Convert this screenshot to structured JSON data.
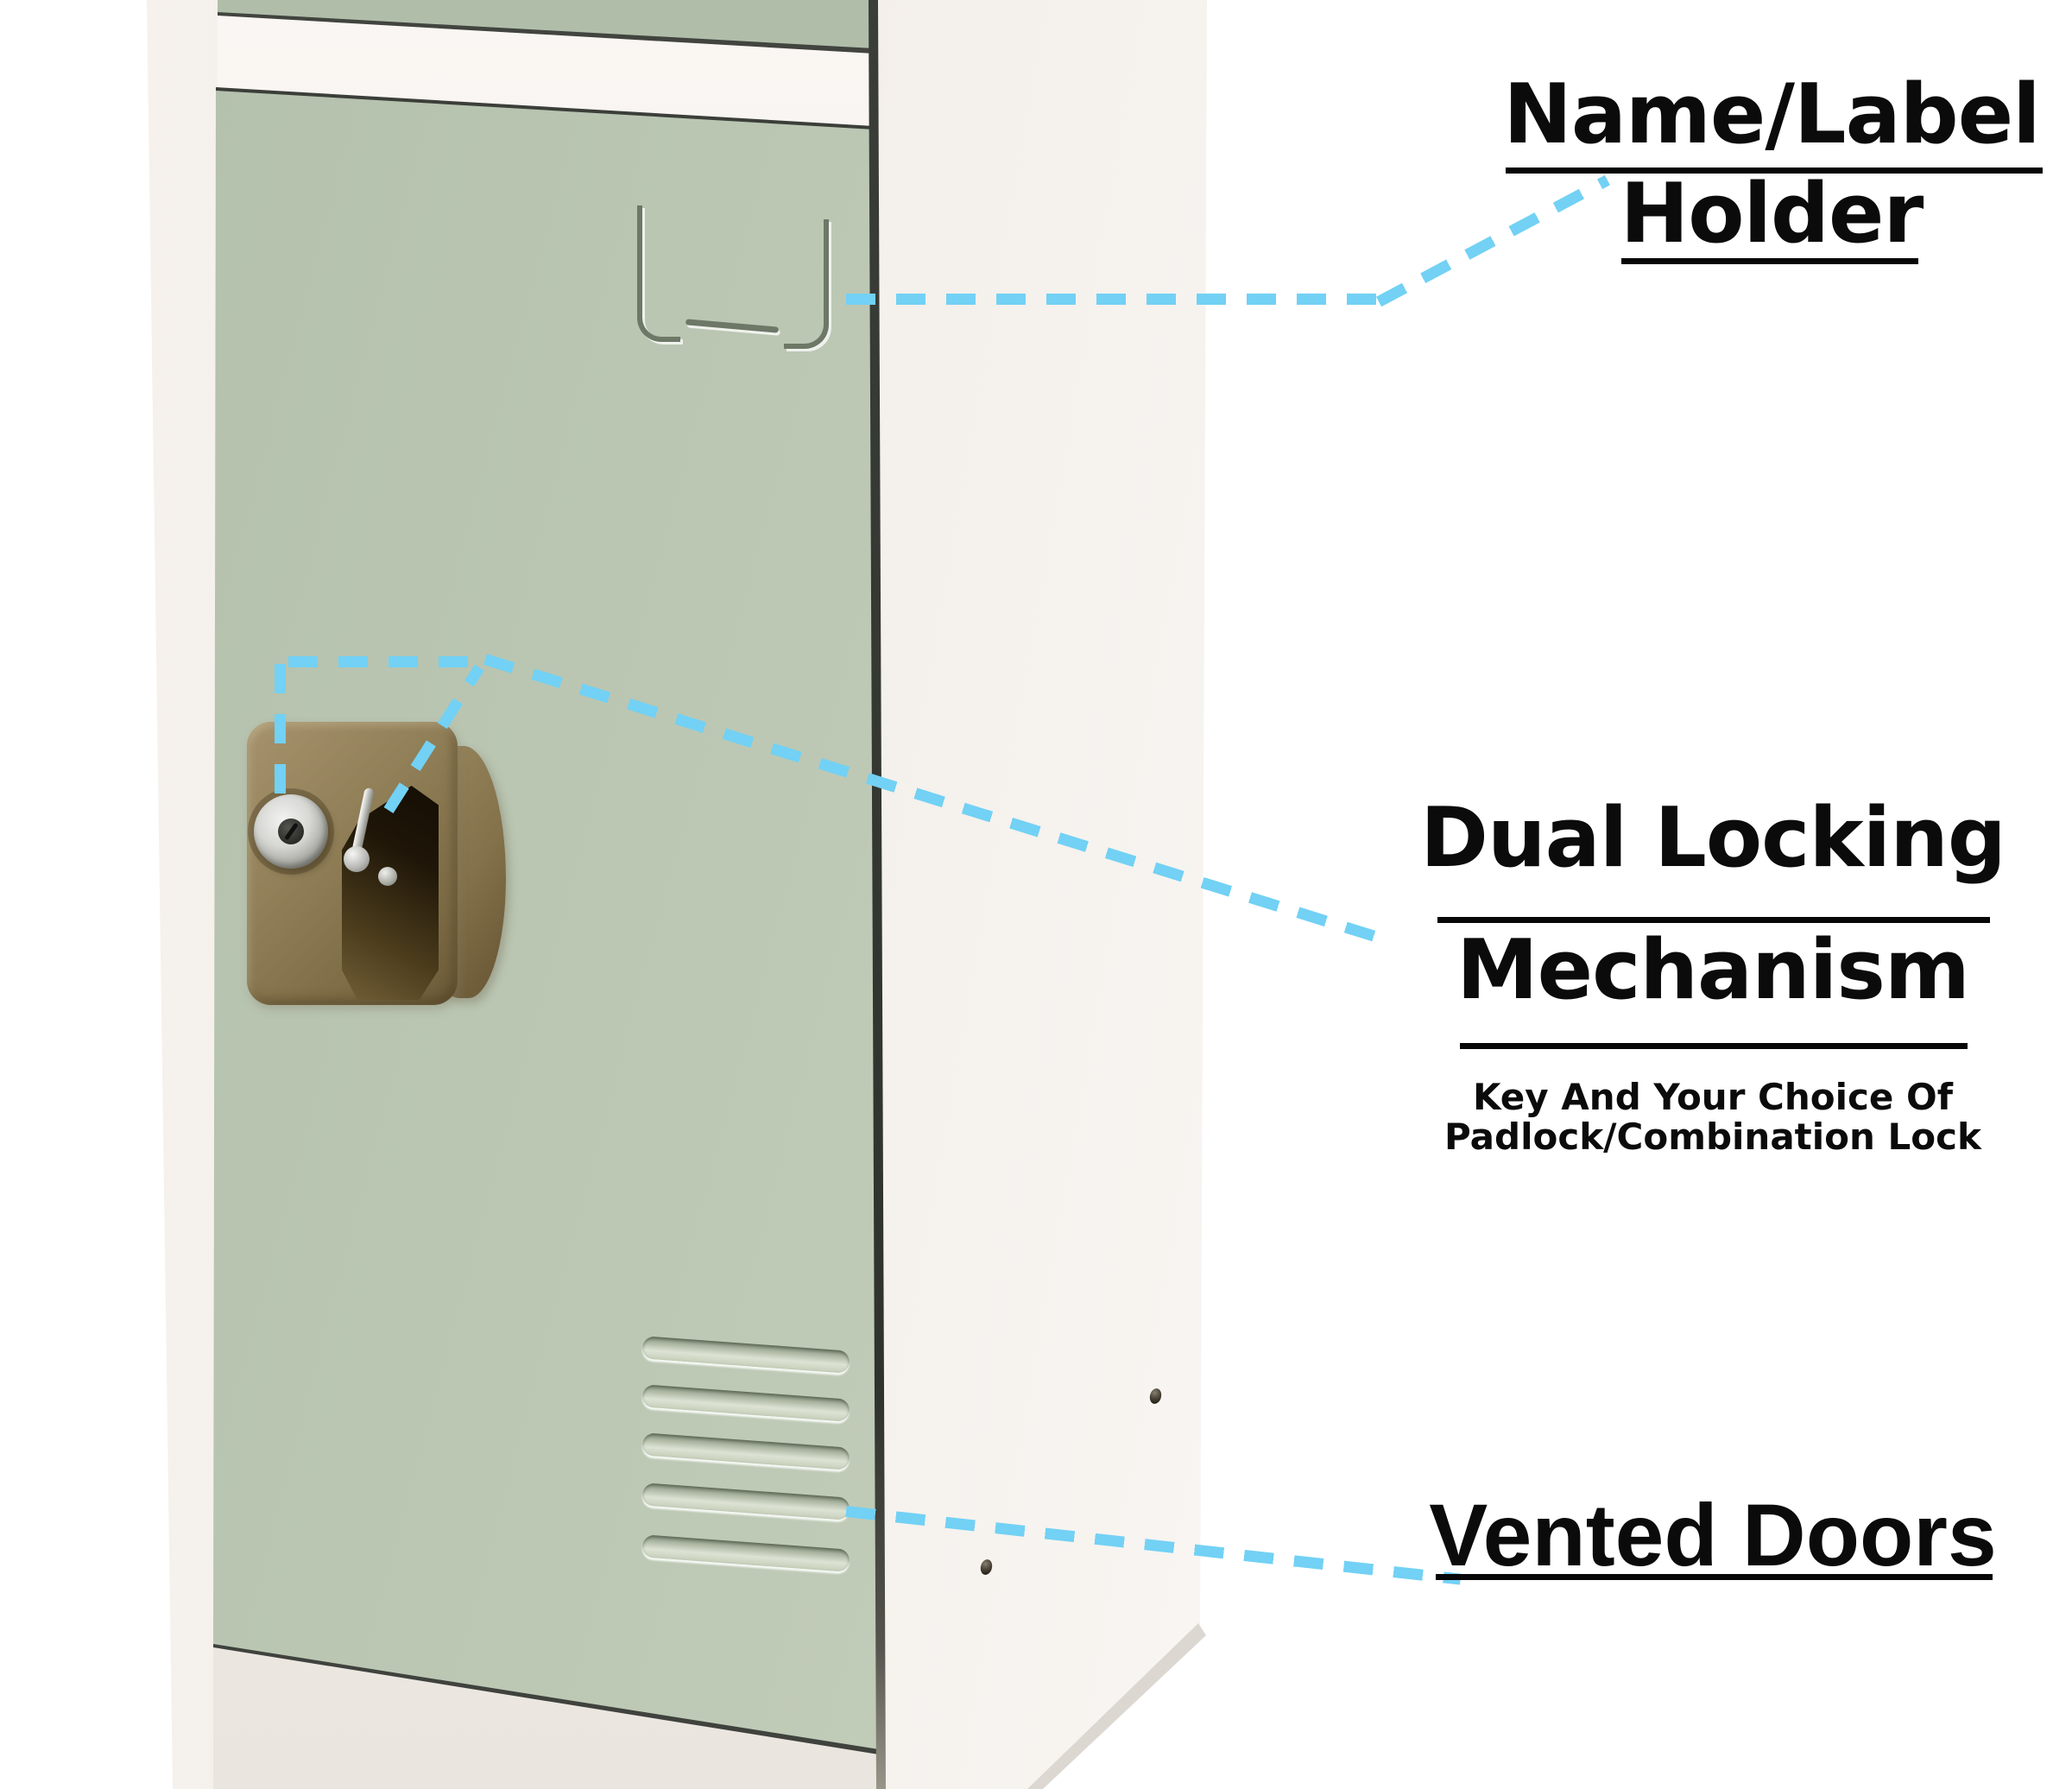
{
  "annotations": {
    "label_holder": {
      "line1": "Name/Label",
      "line2": "Holder"
    },
    "dual_locking": {
      "line1": "Dual Locking",
      "line2": "Mechanism",
      "subtitle_line1": "Key And Your Choice Of",
      "subtitle_line2": "Padlock/Combination Lock"
    },
    "vented_doors": {
      "label": "Vented Doors"
    }
  },
  "colors": {
    "blue": "#72d1f4",
    "green": "#bcc8b4",
    "cream": "#f0eae5",
    "brown": "#8d7b55",
    "ink": "#0b0b0b"
  },
  "leader_lines": {
    "style": "dashed",
    "color": "#72d1f4"
  },
  "locker_parts": {
    "label_holder": "name-label-holder-emboss",
    "lock": "dual-locking-mechanism",
    "keyhole": "key-lock-cylinder",
    "padlock_slot": "padlock-combination-lock-recess",
    "vents": "vented-door-louvers"
  }
}
